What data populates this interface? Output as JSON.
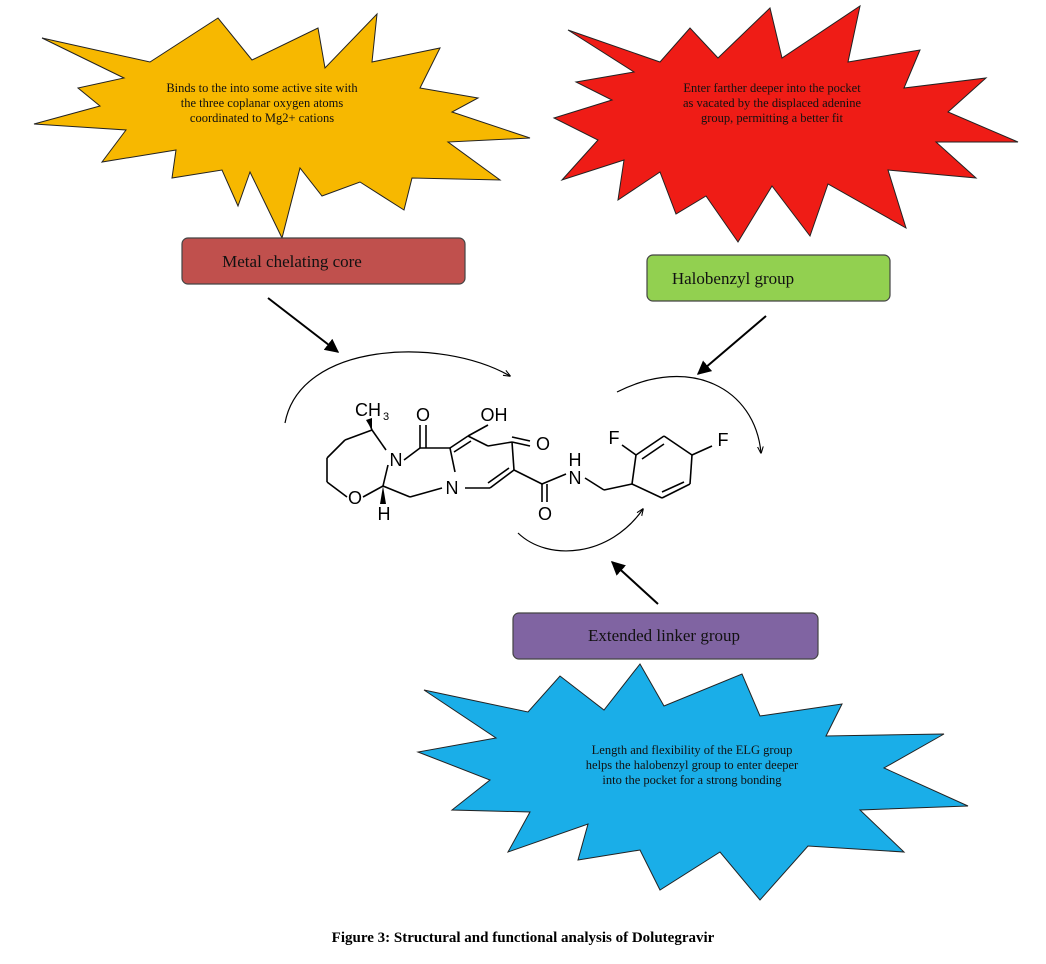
{
  "annotations": {
    "metal_core": {
      "lines": [
        "Binds to the into some active site with",
        "the three coplanar oxygen atoms",
        "coordinated to Mg2+ cations"
      ],
      "color": "#f7b800"
    },
    "halobenzyl": {
      "lines": [
        "Enter farther deeper into the pocket",
        "as vacated by the displaced adenine",
        "group, permitting a better fit"
      ],
      "color": "#ef1c16"
    },
    "linker": {
      "lines": [
        "Length and flexibility of the ELG group",
        "helps the halobenzyl group to enter deeper",
        "into the pocket for a strong bonding"
      ],
      "color": "#1aaee8"
    }
  },
  "labels": {
    "metal_core": {
      "text": "Metal chelating core",
      "color": "#c0504d"
    },
    "halobenzyl": {
      "text": "Halobenzyl group",
      "color": "#92d050"
    },
    "linker": {
      "text": "Extended linker group",
      "color": "#8064a2"
    }
  },
  "molecule": {
    "atoms": {
      "ch3_main": "CH",
      "ch3_sub": "3",
      "n1": "N",
      "n2": "N",
      "o_ring": "O",
      "h": "H",
      "o_carbonyl": "O",
      "oh": "OH",
      "o_keto": "O",
      "n_amide": "N",
      "h_amide": "H",
      "o_amide": "O",
      "f1": "F",
      "f2": "F"
    }
  },
  "caption": "Figure 3: Structural and functional analysis of Dolutegravir"
}
